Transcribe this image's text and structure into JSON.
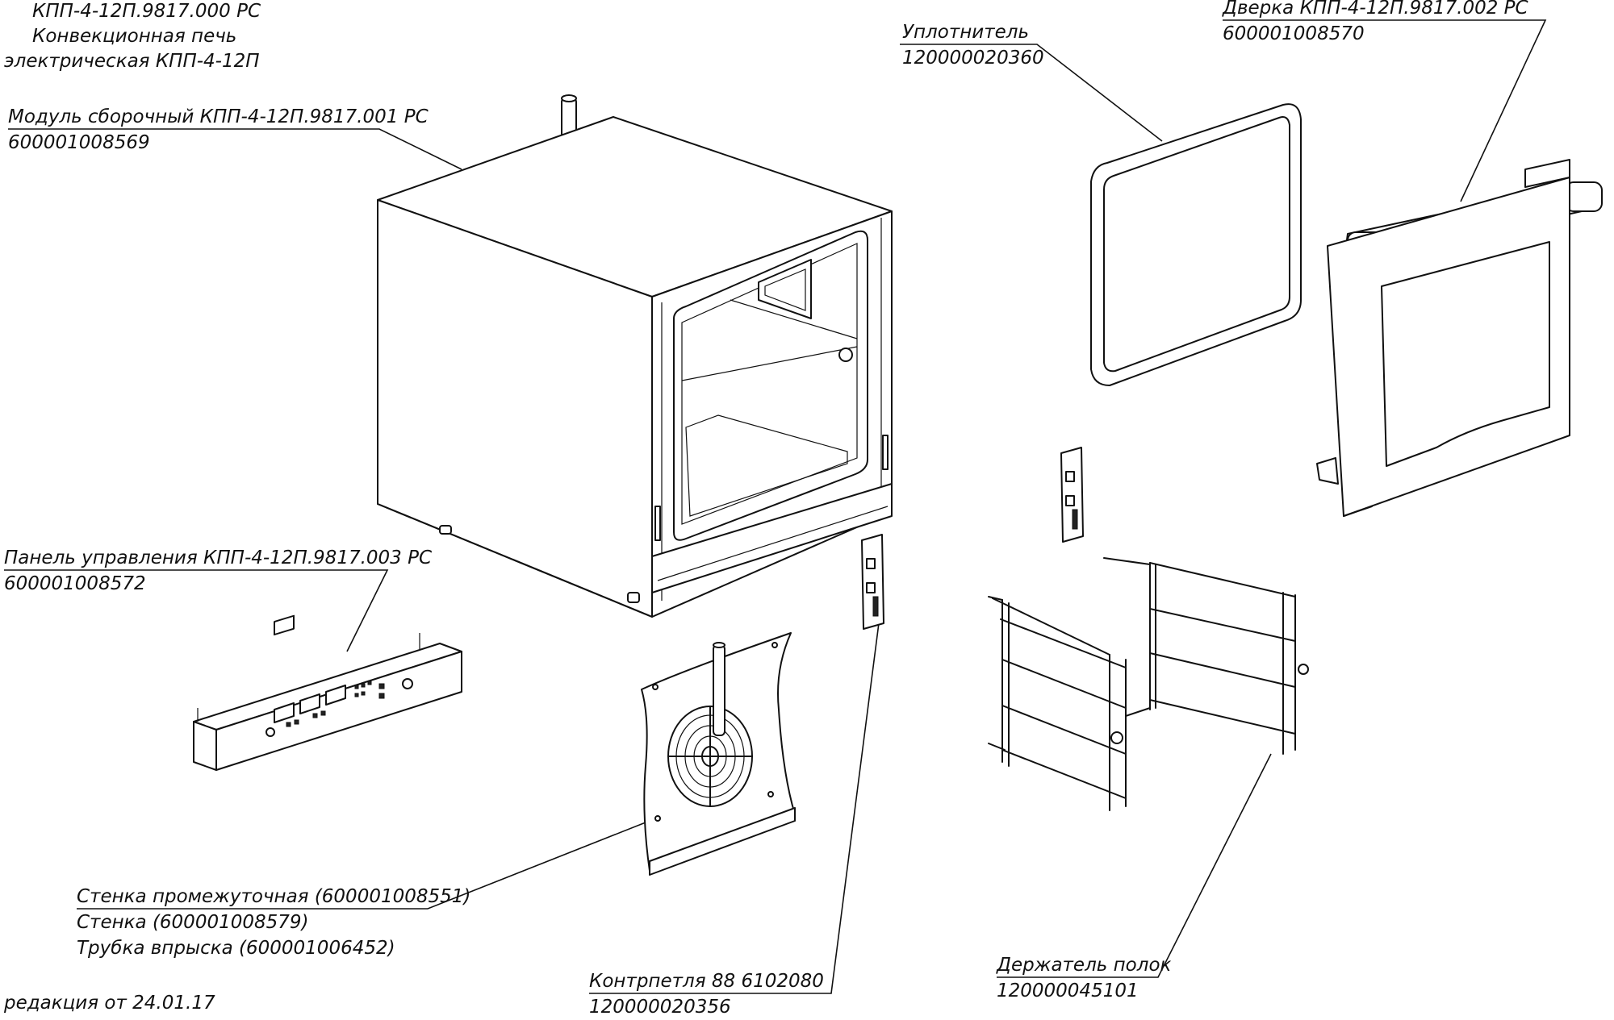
{
  "title": {
    "line1": "КПП-4-12П.9817.000 РС",
    "line2": "Конвекционная печь",
    "line3": "электрическая КПП-4-12П"
  },
  "callouts": {
    "module": {
      "name": "Модуль сборочный КПП-4-12П.9817.001 РС",
      "code": "600001008569"
    },
    "seal": {
      "name": "Уплотнитель",
      "code": "120000020360"
    },
    "door": {
      "name": "Дверка КПП-4-12П.9817.002 РС",
      "code": "600001008570"
    },
    "panel": {
      "name": "Панель управления КПП-4-12П.9817.003 РС",
      "code": "600001008572"
    },
    "wall": {
      "line1": "Стенка промежуточная (600001008551)",
      "line2": "Стенка (600001008579)",
      "line3": "Трубка впрыска (600001006452)"
    },
    "strike": {
      "name": "Контрпетля 88 6102080",
      "code": "120000020356"
    },
    "shelf_holder": {
      "name": "Держатель полок",
      "code": "120000045101"
    }
  },
  "revision": "редакция от 24.01.17"
}
